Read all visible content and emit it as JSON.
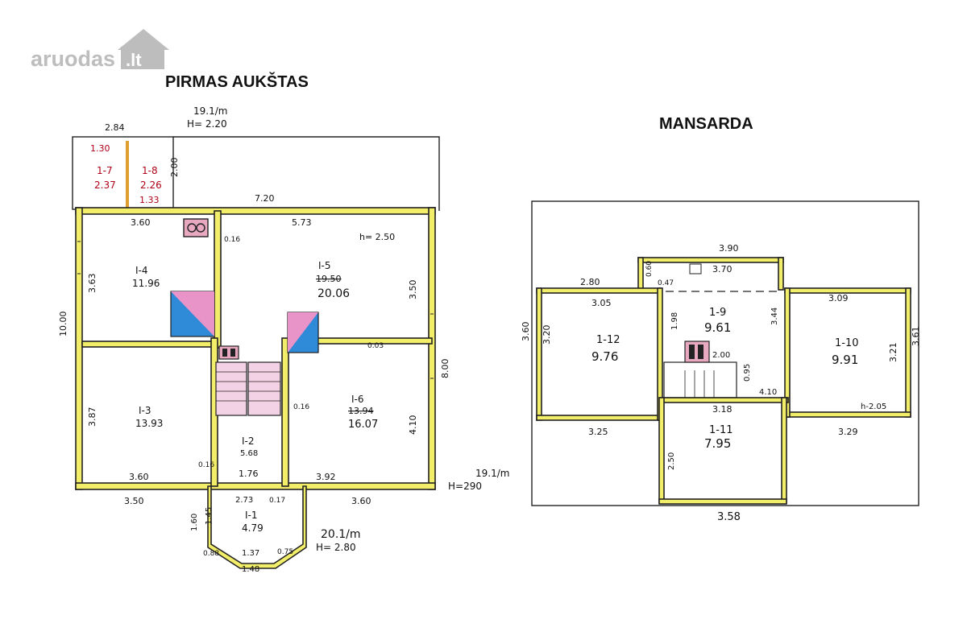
{
  "logo": {
    "text": "aruodas",
    "suffix": ".lt"
  },
  "floor1": {
    "title": "PIRMAS AUKŠTAS",
    "notes": [
      "19.1/m",
      "H= 2.20",
      "19.1/m",
      "H=290",
      "20.1/m",
      "H= 2.80"
    ],
    "dims": [
      "2.84",
      "1.30",
      "1.33",
      "2.00",
      "7.20",
      "3.60",
      "5.73",
      "h= 2.50",
      "0.16",
      "3.63",
      "3.50",
      "10.00",
      "8.00",
      "0.03",
      "3.87",
      "4.10",
      "0.16",
      "3.60",
      "1.76",
      "3.92",
      "0.16",
      "3.50",
      "2.73",
      "0.17",
      "3.60",
      "1.60",
      "1.45",
      "0.88",
      "1.37",
      "0.75",
      "1.48"
    ],
    "rooms": [
      {
        "id": "1-7",
        "area": "2.37"
      },
      {
        "id": "1-8",
        "area": "2.26"
      },
      {
        "id": "I-4",
        "area": "11.96"
      },
      {
        "id": "I-5",
        "area": "20.06",
        "crossed": "19.50"
      },
      {
        "id": "I-3",
        "area": "13.93"
      },
      {
        "id": "I-6",
        "area": "16.07",
        "crossed": "13.94"
      },
      {
        "id": "I-2",
        "area": "5.68"
      },
      {
        "id": "I-1",
        "area": "4.79"
      }
    ]
  },
  "mansard": {
    "title": "MANSARDA",
    "dims": [
      "3.90",
      "3.70",
      "0.60",
      "0.47",
      "2.80",
      "3.05",
      "1.98",
      "3.44",
      "3.09",
      "3.60",
      "3.20",
      "2.00",
      "0.95",
      "4.10",
      "3.21",
      "3.61",
      "h-2.05",
      "3.18",
      "3.25",
      "3.29",
      "2.50",
      "3.58"
    ],
    "rooms": [
      {
        "id": "1-12",
        "area": "9.76"
      },
      {
        "id": "1-9",
        "area": "9.61"
      },
      {
        "id": "1-10",
        "area": "9.91"
      },
      {
        "id": "1-11",
        "area": "7.95"
      }
    ]
  }
}
